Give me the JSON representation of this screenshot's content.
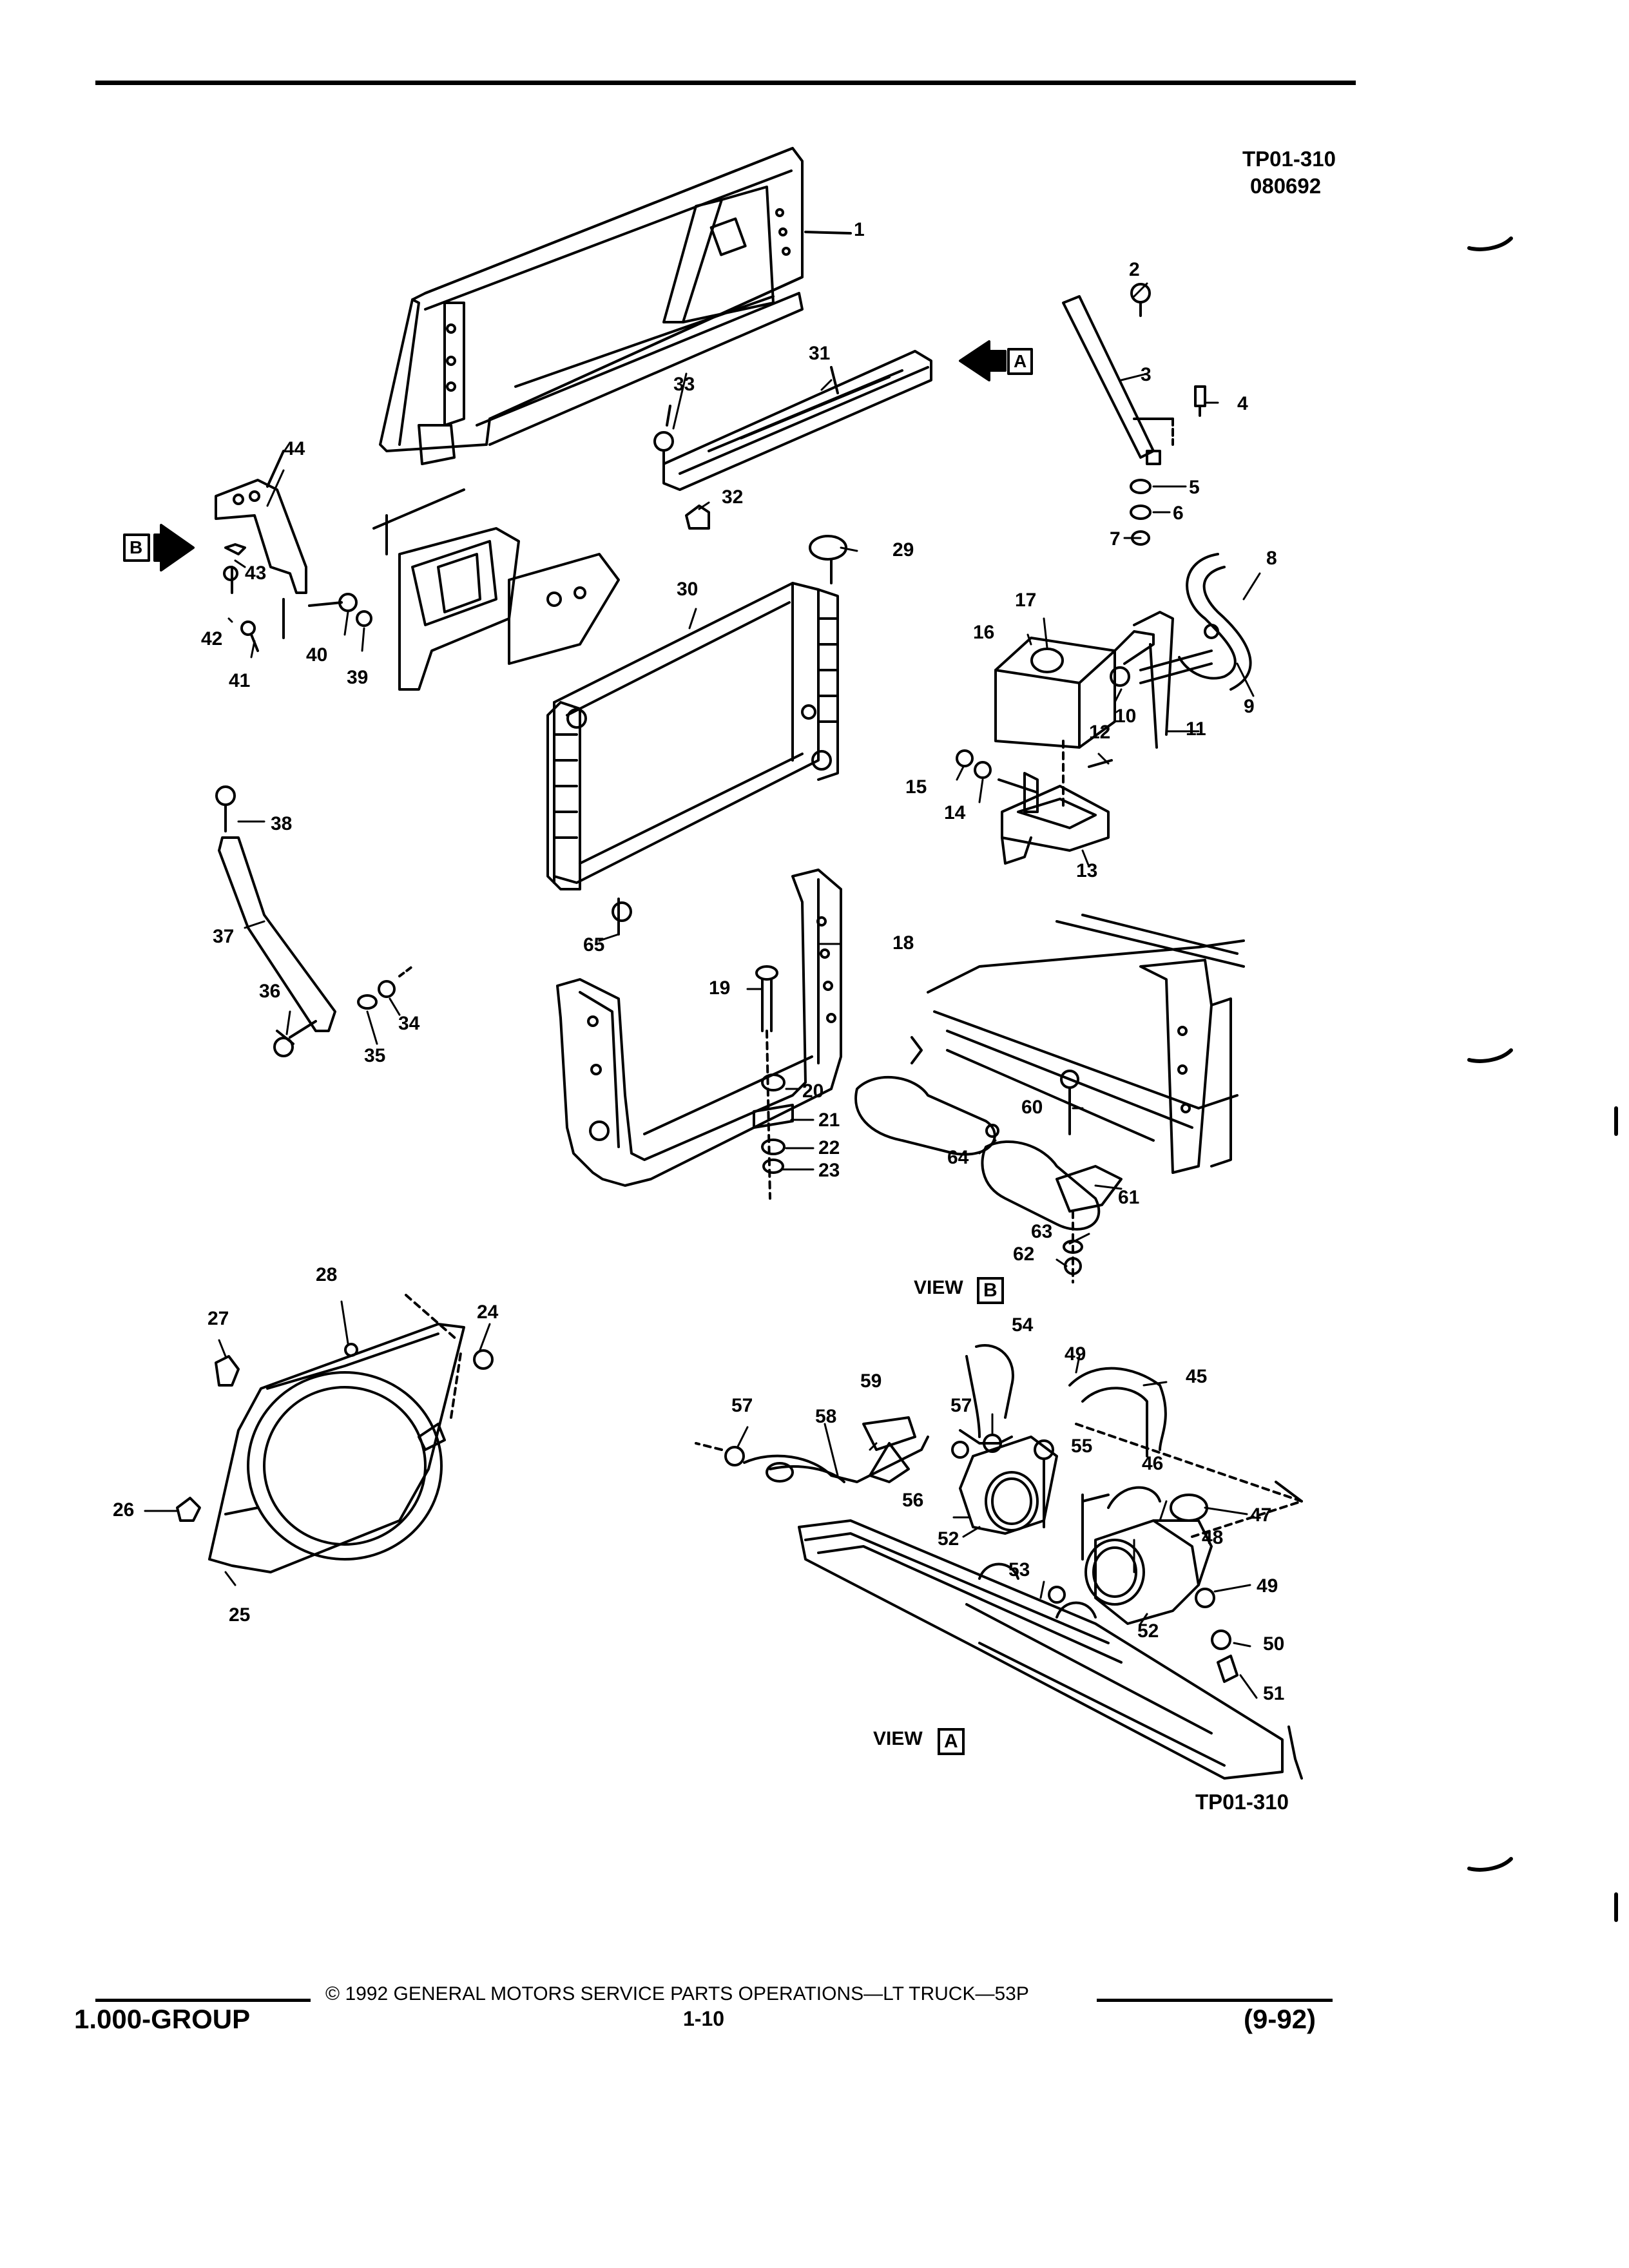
{
  "header": {
    "figure_code": "TP01-310",
    "figure_date": "080692"
  },
  "footer": {
    "group": "1.000-GROUP",
    "copyright": "© 1992 GENERAL MOTORS SERVICE PARTS OPERATIONS—LT TRUCK—53P",
    "page": "1-10",
    "edition": "(9-92)",
    "figure_code": "TP01-310"
  },
  "views": {
    "view_a_label": "VIEW",
    "view_a_letter": "A",
    "view_b_label": "VIEW",
    "view_b_letter": "B",
    "arrow_a_letter": "A",
    "arrow_b_letter": "B"
  },
  "callouts": {
    "c1": "1",
    "c2": "2",
    "c3": "3",
    "c4": "4",
    "c5": "5",
    "c6": "6",
    "c7": "7",
    "c8": "8",
    "c9": "9",
    "c10": "10",
    "c11": "11",
    "c12": "12",
    "c13": "13",
    "c14": "14",
    "c15": "15",
    "c16": "16",
    "c17": "17",
    "c18": "18",
    "c19": "19",
    "c20": "20",
    "c21": "21",
    "c22": "22",
    "c23": "23",
    "c24": "24",
    "c25": "25",
    "c26": "26",
    "c27": "27",
    "c28": "28",
    "c29": "29",
    "c30": "30",
    "c31": "31",
    "c32": "32",
    "c33": "33",
    "c34": "34",
    "c35": "35",
    "c36": "36",
    "c37": "37",
    "c38": "38",
    "c39": "39",
    "c40": "40",
    "c41": "41",
    "c42": "42",
    "c43": "43",
    "c44": "44",
    "c45": "45",
    "c46": "46",
    "c47": "47",
    "c48": "48",
    "c49a": "49",
    "c49b": "49",
    "c50": "50",
    "c51": "51",
    "c52a": "52",
    "c52b": "52",
    "c53": "53",
    "c54": "54",
    "c55": "55",
    "c56": "56",
    "c57a": "57",
    "c57b": "57",
    "c58": "58",
    "c59": "59",
    "c60": "60",
    "c61": "61",
    "c62": "62",
    "c63": "63",
    "c64": "64",
    "c65": "65"
  }
}
